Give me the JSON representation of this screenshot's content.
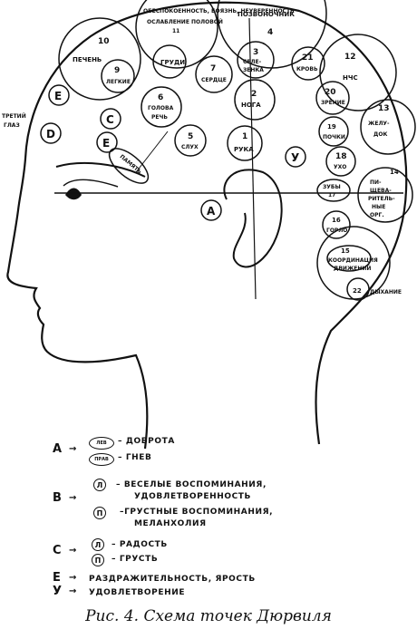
{
  "figure": {
    "points": {
      "p10": {
        "num": "10",
        "label": "ПЕЧЕНЬ"
      },
      "p11": {
        "label_top": "ОБЕСПОКОЕННОСТЬ, БОЯЗНЬ, НЕУВЕРЕННОСТЬ",
        "label_mid": "ОСЛАБЛЕНИЕ ПОЛОВОЙ",
        "num": "11"
      },
      "p4": {
        "label": "ПОЗВОНОЧНИК",
        "num": "4"
      },
      "p9": {
        "num": "9",
        "label": "ЛЕГКИЕ"
      },
      "grudi": {
        "label": "ГРУДИ"
      },
      "p3": {
        "num": "3",
        "label1": "СЕЛЕ-",
        "label2": "ЗЕНКА"
      },
      "p7": {
        "num": "7",
        "label": "СЕРДЦЕ"
      },
      "p21": {
        "num": "21",
        "label": "КРОВЬ"
      },
      "p12": {
        "num": "12",
        "label": "НЧС"
      },
      "e1": {
        "label": "Е"
      },
      "c1": {
        "label": "С"
      },
      "p6": {
        "num": "6",
        "label1": "ГОЛОВА",
        "label2": "РЕЧЬ"
      },
      "p2": {
        "num": "2",
        "label": "НОГА"
      },
      "p20": {
        "num": "20",
        "label": "ЗРЕНИЕ"
      },
      "p13": {
        "num": "13",
        "label1": "ЖЕЛУ-",
        "label2": "ДОК"
      },
      "third_eye": {
        "label1": "ТРЕТИЙ",
        "label2": "ГЛАЗ"
      },
      "d1": {
        "label": "D"
      },
      "e2": {
        "label": "Е"
      },
      "p19": {
        "num": "19",
        "label": "ПОЧКИ"
      },
      "p5": {
        "num": "5",
        "label": "СЛУХ"
      },
      "p1": {
        "num": "1",
        "label": "РУКА"
      },
      "u1": {
        "label": "У"
      },
      "p18": {
        "num": "18",
        "label": "УХО"
      },
      "memory": {
        "label": "ПАМЯТЬ"
      },
      "p14": {
        "num": "14",
        "label1": "ПИ-",
        "label2": "ЩЕВА-",
        "label3": "РИТЕЛЬ-",
        "label4": "НЫЕ",
        "label5": "ОРГ."
      },
      "p17": {
        "label1": "ЗУБЫ",
        "label2": "17"
      },
      "a1": {
        "label": "А"
      },
      "p16": {
        "num": "16",
        "label": "ГОРЛО"
      },
      "p15": {
        "num": "15",
        "label1": "КООРДИНАЦИЯ",
        "label2": "ДВИЖЕНИЙ"
      },
      "p22": {
        "num": "22",
        "label": "ДЫХАНИЕ"
      }
    }
  },
  "legend": {
    "A": {
      "key": "А",
      "row1_icon": "ЛЕВ",
      "row1_text": "– ДОБРОТА",
      "row2_icon": "ПРАВ",
      "row2_text": "– ГНЕВ"
    },
    "B": {
      "key": "В",
      "row1_icon": "Л",
      "row1_text1": "– ВЕСЕЛЫЕ ВОСПОМИНАНИЯ,",
      "row1_text2": "УДОВЛЕТВОРЕННОСТЬ",
      "row2_icon": "П",
      "row2_text1": "–ГРУСТНЫЕ ВОСПОМИНАНИЯ,",
      "row2_text2": "МЕЛАНХОЛИЯ"
    },
    "C": {
      "key": "С",
      "row1_icon": "Л",
      "row1_text": "– РАДОСТЬ",
      "row2_icon": "П",
      "row2_text": "– ГРУСТЬ"
    },
    "E": {
      "key": "Е",
      "text": "РАЗДРАЖИТЕЛЬНОСТЬ, ЯРОСТЬ"
    },
    "U": {
      "key": "У",
      "text": "УДОВЛЕТВОРЕНИЕ"
    }
  },
  "caption": "Рис. 4. Схема точек Дюрвиля"
}
